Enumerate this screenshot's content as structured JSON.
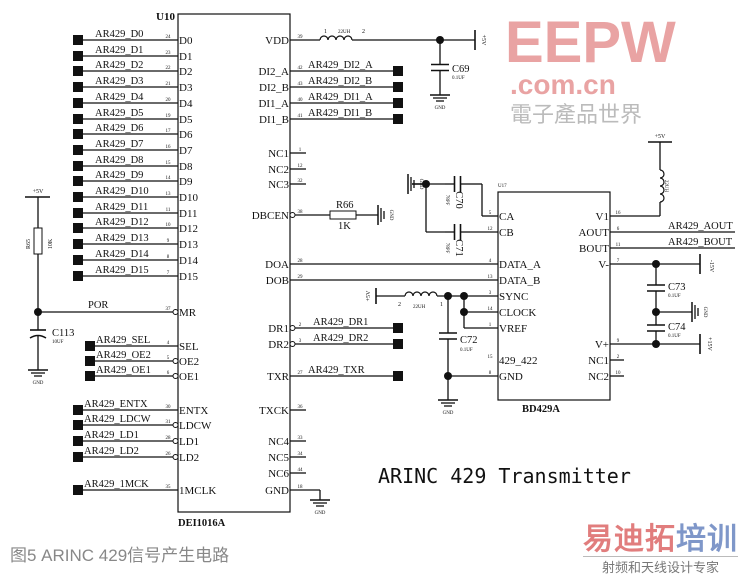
{
  "caption": "图5   ARINC 429信号产生电路",
  "diagram_title": "ARINC 429 Transmitter",
  "watermark": {
    "main": "EEPW",
    "sub": ".com.cn",
    "cn": "電子產品世界"
  },
  "logo": {
    "name_a": "易迪拓",
    "name_b": "培训",
    "tagline": "射频和天线设计专家"
  },
  "u10": {
    "ref": "U10",
    "part": "DEI1016A",
    "left_pins": [
      {
        "pin": "D0",
        "num": "24",
        "net": "AR429_D0"
      },
      {
        "pin": "D1",
        "num": "23",
        "net": "AR429_D1"
      },
      {
        "pin": "D2",
        "num": "22",
        "net": "AR429_D2"
      },
      {
        "pin": "D3",
        "num": "21",
        "net": "AR429_D3"
      },
      {
        "pin": "D4",
        "num": "20",
        "net": "AR429_D4"
      },
      {
        "pin": "D5",
        "num": "19",
        "net": "AR429_D5"
      },
      {
        "pin": "D6",
        "num": "17",
        "net": "AR429_D6"
      },
      {
        "pin": "D7",
        "num": "16",
        "net": "AR429_D7"
      },
      {
        "pin": "D8",
        "num": "15",
        "net": "AR429_D8"
      },
      {
        "pin": "D9",
        "num": "14",
        "net": "AR429_D9"
      },
      {
        "pin": "D10",
        "num": "13",
        "net": "AR429_D10"
      },
      {
        "pin": "D11",
        "num": "11",
        "net": "AR429_D11"
      },
      {
        "pin": "D12",
        "num": "10",
        "net": "AR429_D12"
      },
      {
        "pin": "D13",
        "num": "9",
        "net": "AR429_D13"
      },
      {
        "pin": "D14",
        "num": "8",
        "net": "AR429_D14"
      },
      {
        "pin": "D15",
        "num": "7",
        "net": "AR429_D15"
      },
      {
        "pin": "MR",
        "num": "37",
        "net": "POR"
      },
      {
        "pin": "SEL",
        "num": "4",
        "net": "AR429_SEL"
      },
      {
        "pin": "OE2",
        "num": "5",
        "net": "AR429_OE2"
      },
      {
        "pin": "OE1",
        "num": "6",
        "net": "AR429_OE1"
      },
      {
        "pin": "ENTX",
        "num": "30",
        "net": "AR429_ENTX"
      },
      {
        "pin": "LDCW",
        "num": "31",
        "net": "AR429_LDCW"
      },
      {
        "pin": "LD1",
        "num": "28",
        "net": "AR429_LD1"
      },
      {
        "pin": "LD2",
        "num": "26",
        "net": "AR429_LD2"
      },
      {
        "pin": "1MCLK",
        "num": "35",
        "net": "AR429_1MCK"
      }
    ],
    "right_pins": [
      {
        "pin": "VDD",
        "num": "39",
        "net": ""
      },
      {
        "pin": "DI2_A",
        "num": "42",
        "net": "AR429_DI2_A"
      },
      {
        "pin": "DI2_B",
        "num": "43",
        "net": "AR429_DI2_B"
      },
      {
        "pin": "DI1_A",
        "num": "40",
        "net": "AR429_DI1_A"
      },
      {
        "pin": "DI1_B",
        "num": "41",
        "net": "AR429_DI1_B"
      },
      {
        "pin": "NC1",
        "num": "1",
        "net": ""
      },
      {
        "pin": "NC2",
        "num": "12",
        "net": ""
      },
      {
        "pin": "NC3",
        "num": "32",
        "net": ""
      },
      {
        "pin": "DBCEN",
        "num": "38",
        "net": ""
      },
      {
        "pin": "DOA",
        "num": "28",
        "net": ""
      },
      {
        "pin": "DOB",
        "num": "29",
        "net": ""
      },
      {
        "pin": "DR1",
        "num": "2",
        "net": "AR429_DR1"
      },
      {
        "pin": "DR2",
        "num": "3",
        "net": "AR429_DR2"
      },
      {
        "pin": "TXR",
        "num": "27",
        "net": "AR429_TXR"
      },
      {
        "pin": "TXCK",
        "num": "36",
        "net": ""
      },
      {
        "pin": "NC4",
        "num": "33",
        "net": ""
      },
      {
        "pin": "NC5",
        "num": "34",
        "net": ""
      },
      {
        "pin": "NC6",
        "num": "44",
        "net": ""
      },
      {
        "pin": "GND",
        "num": "18",
        "net": ""
      }
    ]
  },
  "u17": {
    "ref": "U17",
    "part": "BD429A",
    "left_pins": [
      {
        "pin": "CA",
        "num": "5"
      },
      {
        "pin": "CB",
        "num": "12"
      },
      {
        "pin": "DATA_A",
        "num": "4"
      },
      {
        "pin": "DATA_B",
        "num": "13"
      },
      {
        "pin": "SYNC",
        "num": "3"
      },
      {
        "pin": "CLOCK",
        "num": "14"
      },
      {
        "pin": "VREF",
        "num": "1"
      },
      {
        "pin": "429_422",
        "num": "15"
      },
      {
        "pin": "GND",
        "num": "8"
      }
    ],
    "right_pins": [
      {
        "pin": "V1",
        "num": "16",
        "net": ""
      },
      {
        "pin": "AOUT",
        "num": "6",
        "net": "AR429_AOUT"
      },
      {
        "pin": "BOUT",
        "num": "11",
        "net": "AR429_BOUT"
      },
      {
        "pin": "V-",
        "num": "7",
        "net": ""
      },
      {
        "pin": "V+",
        "num": "9",
        "net": ""
      },
      {
        "pin": "NC1",
        "num": "2",
        "net": ""
      },
      {
        "pin": "NC2",
        "num": "10",
        "net": ""
      }
    ]
  },
  "components": {
    "r65": {
      "ref": "R65",
      "value": "10K"
    },
    "r66": {
      "ref": "R66",
      "value": "1K"
    },
    "c113": {
      "ref": "C113",
      "value": "10UF"
    },
    "c69": {
      "ref": "C69",
      "value": "0.1UF"
    },
    "c70": {
      "ref": "C70",
      "value": "78PF"
    },
    "c71": {
      "ref": "C71",
      "value": "78PF"
    },
    "c72": {
      "ref": "C72",
      "value": "0.1UF"
    },
    "c73": {
      "ref": "C73",
      "value": "0.1UF"
    },
    "c74": {
      "ref": "C74",
      "value": "0.1UF"
    },
    "inductor_value": "22UH"
  },
  "power": {
    "p5v": "+5V",
    "m15v": "-15V",
    "p15v": "+15V",
    "gnd": "GND"
  }
}
